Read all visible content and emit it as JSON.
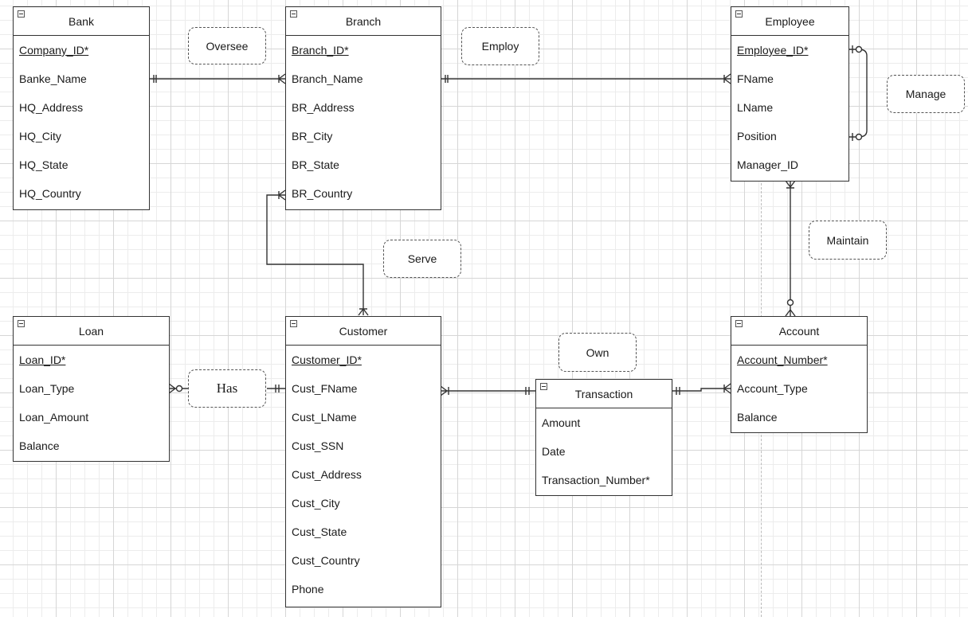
{
  "entities": {
    "bank": {
      "title": "Bank",
      "fields": [
        "Company_ID*",
        "Banke_Name",
        "HQ_Address",
        "HQ_City",
        "HQ_State",
        "HQ_Country"
      ]
    },
    "branch": {
      "title": "Branch",
      "fields": [
        "Branch_ID*",
        "Branch_Name",
        "BR_Address",
        "BR_City",
        "BR_State",
        "BR_Country"
      ]
    },
    "employee": {
      "title": "Employee",
      "fields": [
        "Employee_ID*",
        "FName",
        "LName",
        "Position",
        "Manager_ID"
      ]
    },
    "loan": {
      "title": "Loan",
      "fields": [
        "Loan_ID*",
        "Loan_Type",
        "Loan_Amount",
        "Balance"
      ]
    },
    "customer": {
      "title": "Customer",
      "fields": [
        "Customer_ID*",
        "Cust_FName",
        "Cust_LName",
        "Cust_SSN",
        "Cust_Address",
        "Cust_City",
        "Cust_State",
        "Cust_Country",
        "Phone"
      ]
    },
    "transaction": {
      "title": "Transaction",
      "fields": [
        "Amount",
        "Date",
        "Transaction_Number*"
      ]
    },
    "account": {
      "title": "Account",
      "fields": [
        "Account_Number*",
        "Account_Type",
        "Balance"
      ]
    }
  },
  "relationships": {
    "oversee": "Oversee",
    "employ": "Employ",
    "manage": "Manage",
    "maintain": "Maintain",
    "serve": "Serve",
    "own": "Own",
    "has": "Has"
  },
  "colors": {
    "line": "#333333",
    "grid": "#d6d6d6",
    "label_border": "#555555"
  }
}
